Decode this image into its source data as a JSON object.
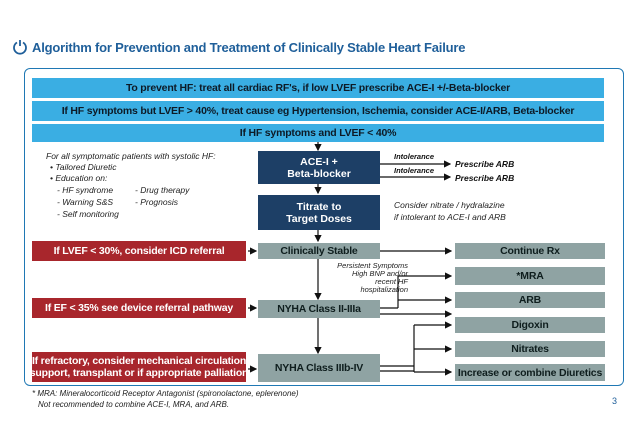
{
  "header": {
    "title": "Algorithm for Prevention and Treatment of Clinically Stable Heart Failure"
  },
  "bands": {
    "line1": "To prevent HF: treat all cardiac RF's, if low LVEF prescribe ACE-I +/-Beta-blocker",
    "line2": "If HF symptoms but LVEF > 40%, treat cause eg Hypertension, Ischemia, consider ACE-I/ARB, Beta-blocker",
    "line3": "If HF symptoms and LVEF < 40%"
  },
  "left_notes": {
    "heading": "For all symptomatic patients with systolic HF:",
    "bullet1": "• Tailored Diuretic",
    "bullet2": "• Education on:",
    "items_col1": [
      "- HF syndrome",
      "- Warning S&S",
      "- Self monitoring"
    ],
    "items_col2": [
      "- Drug therapy",
      "- Prognosis"
    ]
  },
  "center": {
    "acei_line1": "ACE-I +",
    "acei_line2": "Beta-blocker",
    "titrate_line1": "Titrate to",
    "titrate_line2": "Target Doses",
    "clinically_stable": "Clinically Stable",
    "nyha_2_3a": "NYHA Class II-IIIa",
    "nyha_3b_4": "NYHA Class IIIb-IV",
    "persistent_note": [
      "Persistent Symptoms",
      "High BNP and/or",
      "recent HF",
      "hospitalization"
    ]
  },
  "intolerance": {
    "label1": "Intolerance",
    "label2": "Intolerance",
    "prescribe1": "Prescribe ARB",
    "prescribe2": "Prescribe ARB",
    "consider1": "Consider nitrate / hydralazine",
    "consider2": "if intolerant to ACE-I and ARB"
  },
  "red_boxes": {
    "icd": "If LVEF < 30%, consider ICD referral",
    "device": "If EF < 35% see device referral pathway",
    "refractory1": "If refractory, consider mechanical circulation",
    "refractory2": "support, transplant or if appropriate palliation"
  },
  "right_boxes": [
    "Continue Rx",
    "*MRA",
    "ARB",
    "Digoxin",
    "Nitrates",
    "Increase or combine Diuretics"
  ],
  "footnote": {
    "line1": "* MRA: Mineralocorticoid Receptor Antagonist (spironolactone, eplerenone)",
    "line2": "Not recommended to combine ACE-I, MRA, and ARB."
  },
  "page_number": "3",
  "colors": {
    "title": "#1f5f9a",
    "band": "#3aaee3",
    "navy": "#1d3f66",
    "gray": "#8fa3a3",
    "red": "#a8262c"
  }
}
